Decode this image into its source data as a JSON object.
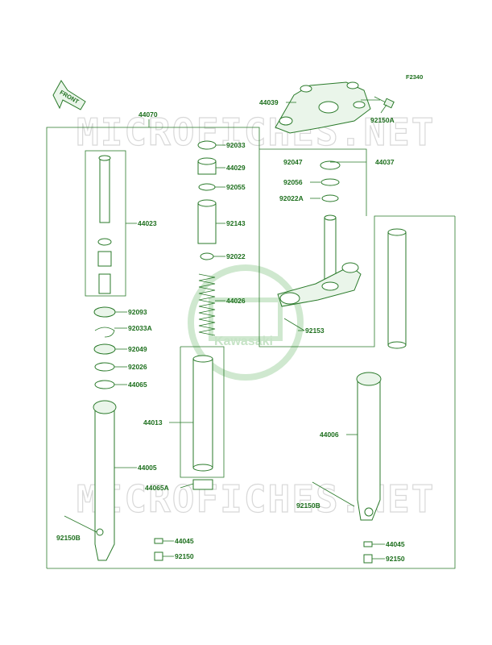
{
  "diagram_id": "F2340",
  "front_label": "FRONT",
  "watermark": "MICROFICHES.NET",
  "brand_watermark": "Kawasaki",
  "colors": {
    "line": "#2a7a2a",
    "text": "#1d6f1d"
  },
  "labels": {
    "p44070": "44070",
    "p44039": "44039",
    "p92150A": "92150A",
    "p92033": "92033",
    "p44029": "44029",
    "p92055": "92055",
    "p44023": "44023",
    "p92143": "92143",
    "p92022": "92022",
    "p44026": "44026",
    "p92093": "92093",
    "p92033A": "92033A",
    "p92049": "92049",
    "p92026": "92026",
    "p44065": "44065",
    "p44013": "44013",
    "p44005": "44005",
    "p44065A": "44065A",
    "p92150B_left": "92150B",
    "p44045_left": "44045",
    "p92150_left": "92150",
    "p92047": "92047",
    "p44037": "44037",
    "p92056": "92056",
    "p92022A": "92022A",
    "p92153": "92153",
    "p44006": "44006",
    "p92150B_right": "92150B",
    "p44045_right": "44045",
    "p92150_right": "92150"
  }
}
